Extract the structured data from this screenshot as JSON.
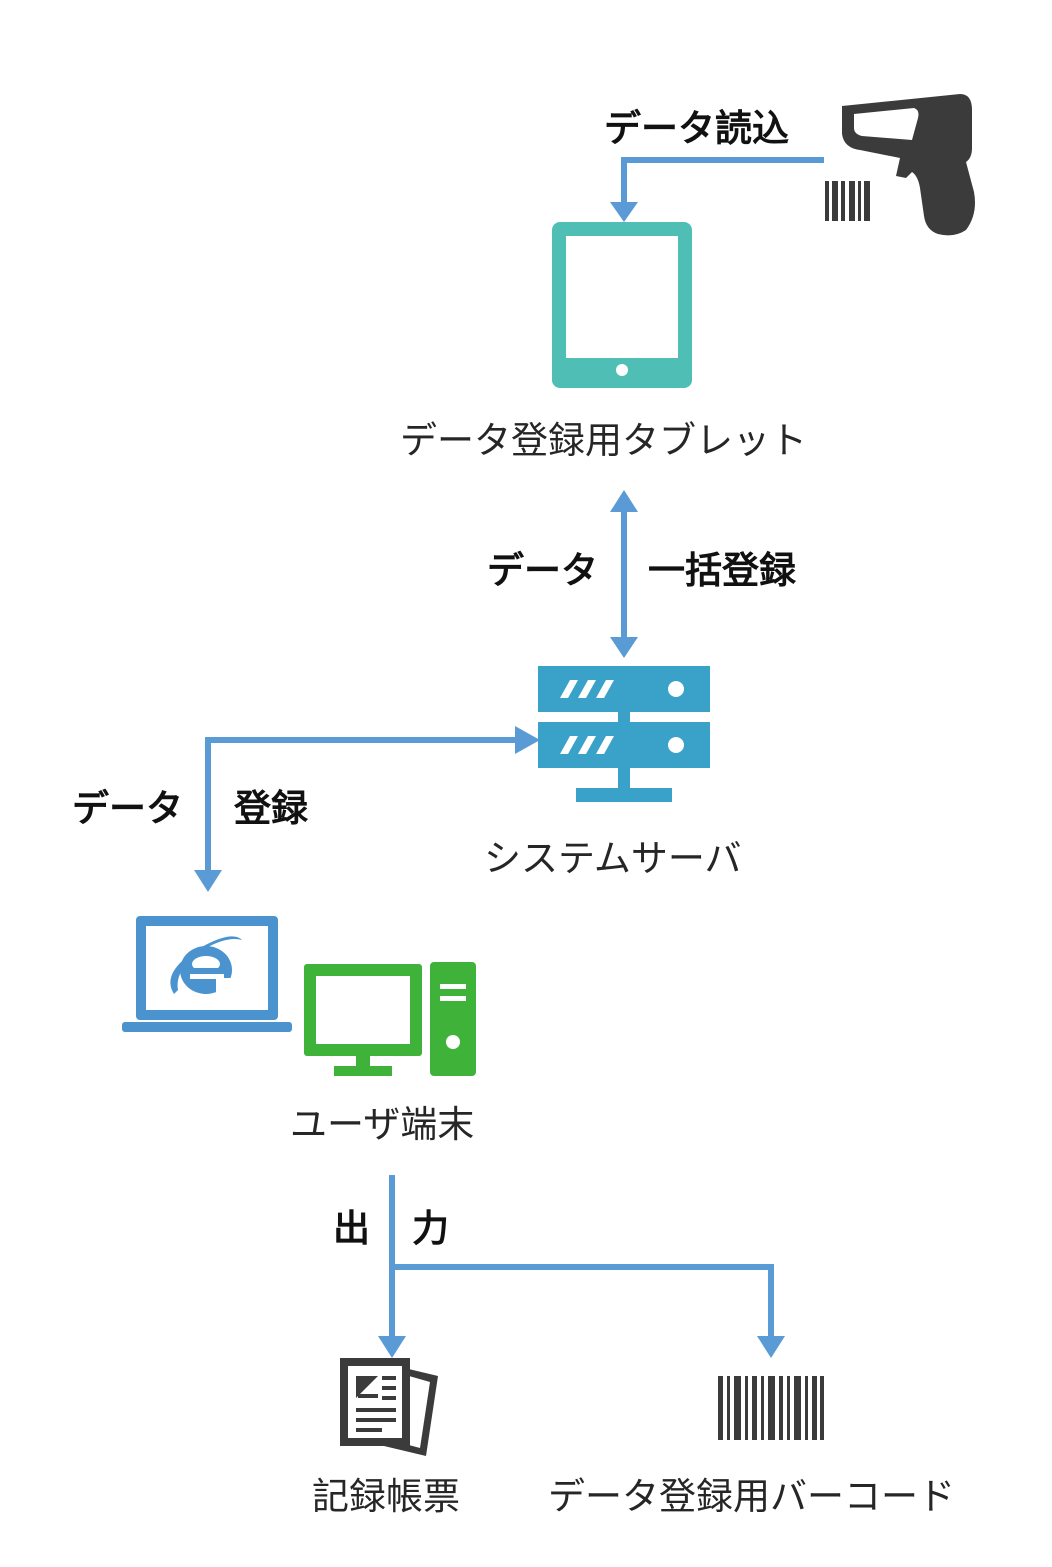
{
  "nodes": {
    "tablet": "データ登録用タブレット",
    "server": "システムサーバ",
    "user": "ユーザ端末",
    "ledger": "記録帳票",
    "barcode": "データ登録用バーコード"
  },
  "edges": {
    "scan": "データ読込",
    "bulk_left": "データ",
    "bulk_right": "一括登録",
    "register_left": "データ",
    "register_right": "登録",
    "output_left": "出",
    "output_right": "力"
  },
  "icons": {
    "scanner": "barcode-scanner-icon",
    "tablet": "tablet-icon",
    "server": "server-icon",
    "laptop": "laptop-browser-icon",
    "desktop": "desktop-pc-icon",
    "document": "document-icon",
    "barcode": "barcode-icon"
  },
  "colors": {
    "arrow": "#5b9bd5",
    "tablet": "#4fbfb6",
    "server": "#3aa2c9",
    "laptop": "#4a93cf",
    "desktop": "#3fb23a",
    "dark": "#3b3b3b"
  }
}
